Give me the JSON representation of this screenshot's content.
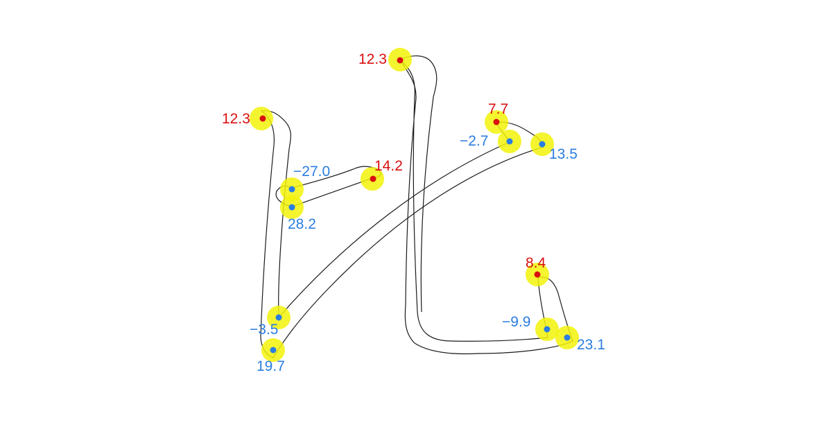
{
  "colors": {
    "background": "#ffffff",
    "outline": "#1a1a1a",
    "highlight": "#f2f20a",
    "start_point": "#d90f0f",
    "other_point": "#2a7de1"
  },
  "strokes": [
    {
      "name": "stroke-1",
      "points": [
        {
          "name": "s1-start",
          "kind": "start",
          "label": "12.3"
        },
        {
          "name": "s1-bottom-inner",
          "kind": "other",
          "label": "−3.5"
        },
        {
          "name": "s1-bottom-outer",
          "kind": "other",
          "label": "19.7"
        },
        {
          "name": "s1-end-inner",
          "kind": "other",
          "label": "−2.7"
        },
        {
          "name": "s1-end-outer",
          "kind": "other",
          "label": "13.5"
        },
        {
          "name": "s1-tip",
          "kind": "start",
          "label": "7.7"
        }
      ]
    },
    {
      "name": "stroke-2",
      "points": [
        {
          "name": "s2-start",
          "kind": "start",
          "label": "14.2"
        },
        {
          "name": "s2-hook-top",
          "kind": "other",
          "label": "−27.0"
        },
        {
          "name": "s2-hook-bottom",
          "kind": "other",
          "label": "28.2"
        }
      ]
    },
    {
      "name": "stroke-3",
      "points": [
        {
          "name": "s3-start",
          "kind": "start",
          "label": "12.3"
        },
        {
          "name": "s3-corner-inner",
          "kind": "other",
          "label": "−9.9"
        },
        {
          "name": "s3-corner-outer",
          "kind": "other",
          "label": "23.1"
        },
        {
          "name": "s3-tip",
          "kind": "start",
          "label": "8.4"
        }
      ]
    }
  ]
}
